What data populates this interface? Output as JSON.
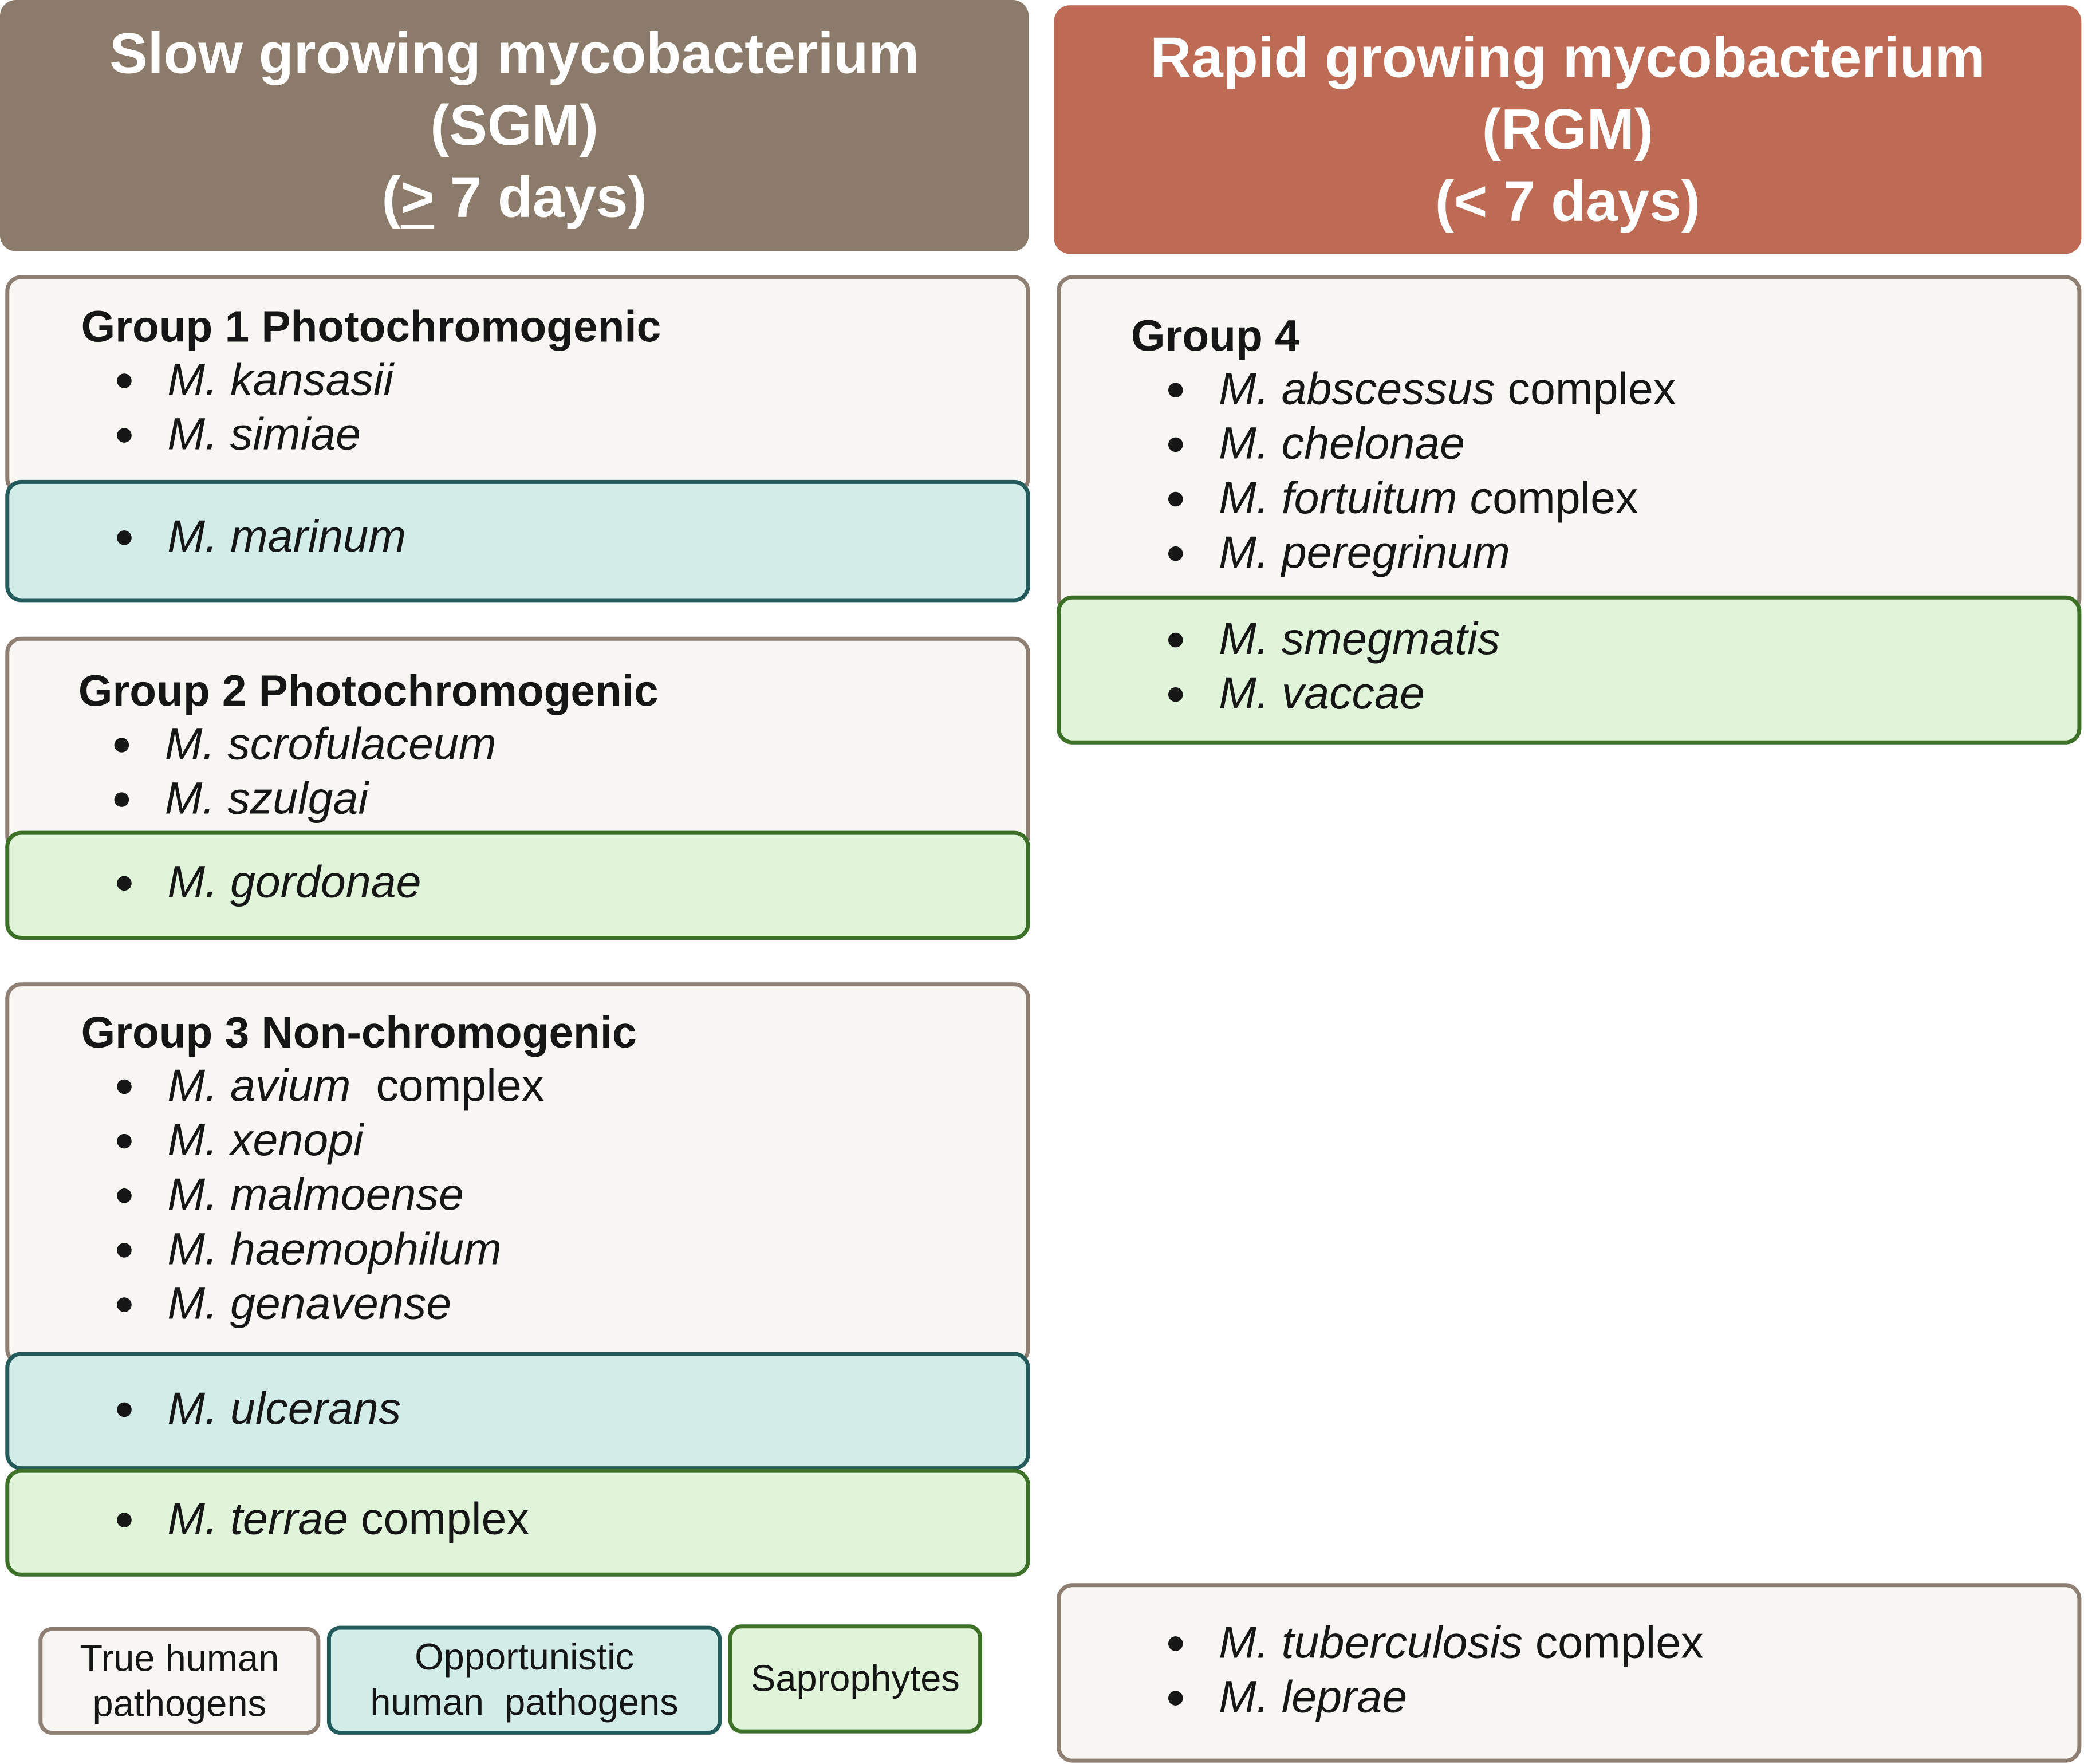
{
  "headers": {
    "sgm": {
      "line1": "Slow growing mycobacterium",
      "line2": "(SGM)",
      "line3_pre": "(",
      "line3_symbol": ">",
      "line3_post": " 7 days)"
    },
    "rgm": {
      "line1": "Rapid growing mycobacterium",
      "line2": "(RGM)",
      "line3": "(< 7 days)"
    }
  },
  "group1": {
    "title": "Group 1 Photochromogenic",
    "true_pathogens": [
      {
        "name": "M. kansasii",
        "suffix": ""
      },
      {
        "name": "M. simiae",
        "suffix": ""
      }
    ],
    "opportunistic": [
      {
        "name": "M. marinum",
        "suffix": ""
      }
    ]
  },
  "group2": {
    "title": "Group 2 Photochromogenic",
    "true_pathogens": [
      {
        "name": "M. scrofulaceum",
        "suffix": ""
      },
      {
        "name": "M. szulgai",
        "suffix": ""
      }
    ],
    "saprophytes": [
      {
        "name": "M. gordonae",
        "suffix": ""
      }
    ]
  },
  "group3": {
    "title": "Group 3 Non-chromogenic",
    "true_pathogens": [
      {
        "name": "M. avium",
        "suffix": "  complex"
      },
      {
        "name": "M. xenopi",
        "suffix": ""
      },
      {
        "name": "M. malmoense",
        "suffix": ""
      },
      {
        "name": "M. haemophilum",
        "suffix": ""
      },
      {
        "name": "M. genavense",
        "suffix": ""
      }
    ],
    "opportunistic": [
      {
        "name": "M. ulcerans",
        "suffix": ""
      }
    ],
    "saprophytes": [
      {
        "name": "M. terrae",
        "suffix": " complex"
      }
    ]
  },
  "group4": {
    "title": "Group 4",
    "true_pathogens": [
      {
        "name": "M. abscessus",
        "suffix": " complex"
      },
      {
        "name": "M. chelonae",
        "suffix": ""
      },
      {
        "name": "M. fortuitum c",
        "suffix": "omplex"
      },
      {
        "name": "M. peregrinum",
        "suffix": ""
      }
    ],
    "saprophytes": [
      {
        "name": "M. smegmatis",
        "suffix": ""
      },
      {
        "name": "M. vaccae",
        "suffix": ""
      }
    ]
  },
  "other_true_pathogens": [
    {
      "name": "M. tuberculosis",
      "suffix": " complex"
    },
    {
      "name": "M. leprae",
      "suffix": ""
    }
  ],
  "legend": {
    "true": {
      "line1": "True human",
      "line2": "pathogens"
    },
    "opportunistic": {
      "line1": "Opportunistic",
      "line2": "human  pathogens"
    },
    "saprophytes": {
      "line1": "Saprophytes"
    }
  },
  "colors": {
    "sgm_header": "#8b7b6a",
    "rgm_header": "#bd6b55",
    "true_pathogen_fill": "#f7f6f3",
    "true_pathogen_border": "#8d7f74",
    "opportunistic_fill": "#d2ece8",
    "opportunistic_border": "#235b5b",
    "saprophyte_fill": "#e0f4da",
    "saprophyte_border": "#3b7026"
  }
}
